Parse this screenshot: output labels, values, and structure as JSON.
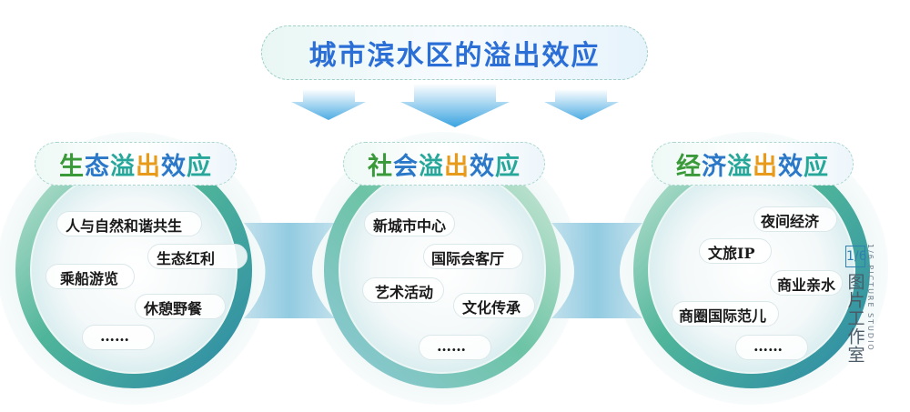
{
  "title": "城市滨水区的溢出效应",
  "effects": [
    {
      "heading_chars": [
        "生",
        "态",
        "溢",
        "出",
        "效",
        "应"
      ],
      "items": [
        "人与自然和谐共生",
        "生态红利",
        "乘船游览",
        "休憩野餐",
        "……"
      ]
    },
    {
      "heading_chars": [
        "社",
        "会",
        "溢",
        "出",
        "效",
        "应"
      ],
      "items": [
        "新城市中心",
        "国际会客厅",
        "艺术活动",
        "文化传承",
        "……"
      ]
    },
    {
      "heading_chars": [
        "经",
        "济",
        "溢",
        "出",
        "效",
        "应"
      ],
      "items": [
        "夜间经济",
        "文旅IP",
        "商业亲水",
        "商圈国际范儿",
        "……"
      ]
    }
  ],
  "heading_colors": [
    "#3a9a3a",
    "#2c78c8",
    "#27a79a",
    "#e89b1a",
    "#2c78c8",
    "#27a79a"
  ],
  "watermark": {
    "fraction": "1/6",
    "name": "图片工作室",
    "sub": "1/6 PICTURE STUDIO"
  }
}
